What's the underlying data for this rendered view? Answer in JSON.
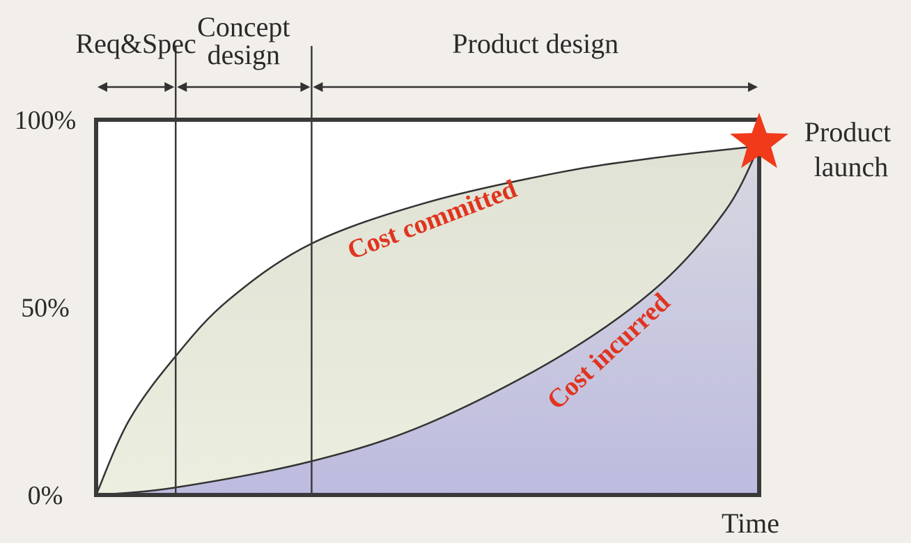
{
  "chart_data": {
    "type": "area",
    "xlabel": "Time",
    "ylabel": "",
    "ylim": [
      0,
      100
    ],
    "xlim": [
      0,
      1
    ],
    "y_ticks": [
      "0%",
      "50%",
      "100%"
    ],
    "grid": false,
    "colors": {
      "background": "#f2efea",
      "outline": "#3a3a3a",
      "committed_fill_top": "#dfe2d4",
      "committed_fill_bottom": "#eceedf",
      "incurred_fill_top": "#d7d8e0",
      "incurred_fill_bottom": "#bdbbdf",
      "label_red": "#e0341f",
      "star": "#f03a1a"
    },
    "phases": [
      {
        "label": "Req&Spec",
        "start": 0.0,
        "end": 0.12
      },
      {
        "label_lines": [
          "Concept",
          "design"
        ],
        "start": 0.12,
        "end": 0.325
      },
      {
        "label": "Product design",
        "start": 0.325,
        "end": 1.0
      }
    ],
    "series": [
      {
        "name": "Cost committed",
        "x": [
          0.0,
          0.05,
          0.12,
          0.2,
          0.325,
          0.5,
          0.7,
          0.85,
          1.0
        ],
        "y": [
          0,
          20,
          37,
          52,
          67,
          78,
          86,
          90,
          93
        ]
      },
      {
        "name": "Cost incurred",
        "x": [
          0.0,
          0.12,
          0.325,
          0.5,
          0.7,
          0.85,
          0.95,
          1.0
        ],
        "y": [
          0,
          2,
          9,
          19,
          37,
          56,
          76,
          93
        ]
      }
    ],
    "annotation": {
      "lines": [
        "Product",
        "launch"
      ],
      "marker": "star",
      "x": 1.0,
      "y": 93
    }
  }
}
